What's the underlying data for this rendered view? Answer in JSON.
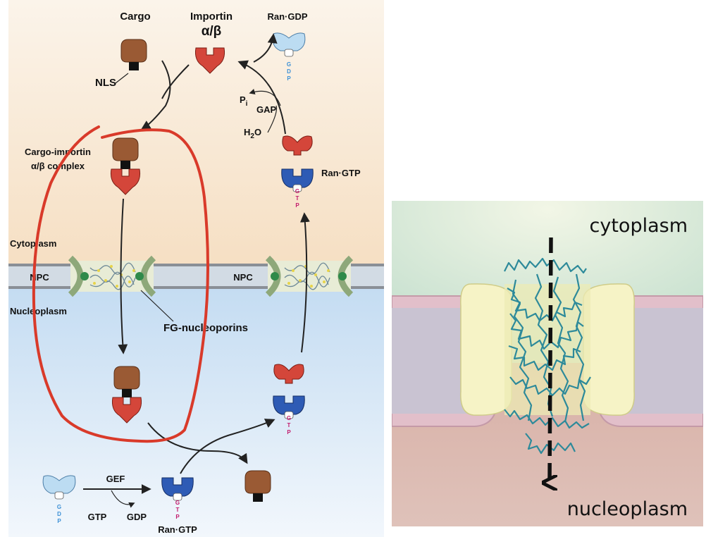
{
  "left_diagram": {
    "labels": {
      "cargo": "Cargo",
      "importin_line1": "Importin",
      "importin_line2": "α/β",
      "ran_gdp_top": "Ran·GDP",
      "nls": "NLS",
      "pi_p": "P",
      "pi_i": "i",
      "gap": "GAP",
      "h2o_h": "H",
      "h2o_2": "2",
      "h2o_o": "O",
      "complex_line1": "Cargo-importin",
      "complex_line2": "α/β complex",
      "ran_gtp_right": "Ran·GTP",
      "cytoplasm": "Cytoplasm",
      "npc_left": "NPC",
      "npc_right": "NPC",
      "nucleoplasm": "Nucleoplasm",
      "fg_nucleoporins": "FG-nucleoporins",
      "gef": "GEF",
      "gtp_label": "GTP",
      "gdp_label": "GDP",
      "ran_gtp_bottom": "Ran·GTP"
    },
    "nucleotides": {
      "gdp": [
        "G",
        "D",
        "P"
      ],
      "gtp": [
        "G",
        "T",
        "P"
      ]
    },
    "colors": {
      "cytoplasm_bg": "#f6e1c6",
      "nucleoplasm_bg": "#c9dff2",
      "cargo": "#9a5a34",
      "importin": "#d4463a",
      "ran_gtp": "#2e5bb5",
      "ran_gdp": "#bcdcf2",
      "gtp_text": "#c2186b",
      "gdp_text": "#3a8fd6",
      "annotation": "#d93a2a"
    }
  },
  "right_diagram": {
    "labels": {
      "cytoplasm": "cytoplasm",
      "nucleoplasm": "nucleoplasm"
    },
    "colors": {
      "top_bg": "#cfe5cf",
      "bottom_bg": "#d9b6a8",
      "membrane": "#e2bfca",
      "channel": "#f6f3c6",
      "fg_mesh": "#2d8a9a"
    }
  }
}
